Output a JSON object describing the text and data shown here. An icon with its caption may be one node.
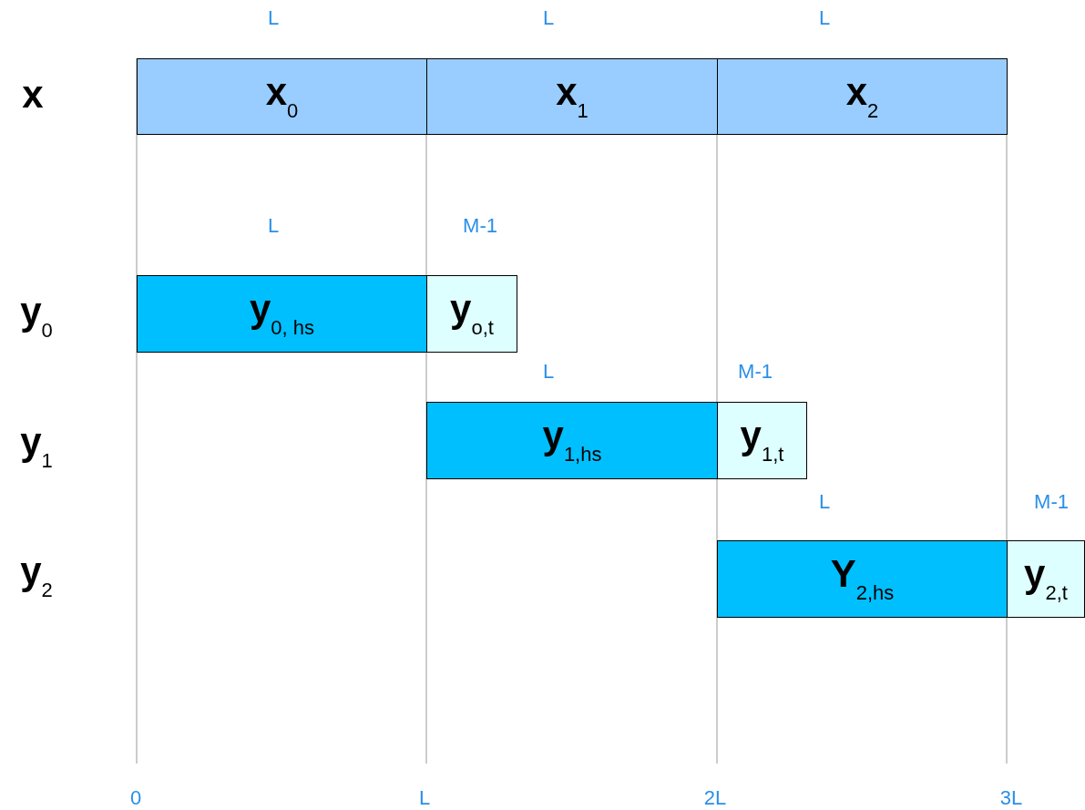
{
  "diagram": {
    "nodes": [
      {
        "text": [
          "**x**$_{0}$"
        ]
      },
      {
        "text": [
          "**x**$_{1}$"
        ]
      },
      {
        "text": [
          "**x**$_{2}$"
        ]
      },
      {
        "text": [
          "**y**$_{0, hs}$"
        ]
      },
      {
        "text": [
          "**y**$_{o,t}$"
        ]
      },
      {
        "text": [
          "**y**$_{1,hs}$"
        ]
      },
      {
        "text": [
          "**y**$_{1,t}$"
        ]
      },
      {
        "text": [
          "**Y**$_{2,hs}$"
        ]
      },
      {
        "text": [
          "**y**$_{2,t}$"
        ]
      }
    ],
    "labels": [
      "L",
      "L",
      "L",
      "**x**",
      "L",
      "M-1",
      "**y**$_{0}$",
      "L",
      "M-1",
      "**y**$_{1}$",
      "L",
      "M-1",
      "**y**$_{2}$",
      "0",
      "L",
      "2L",
      "3L"
    ]
  }
}
